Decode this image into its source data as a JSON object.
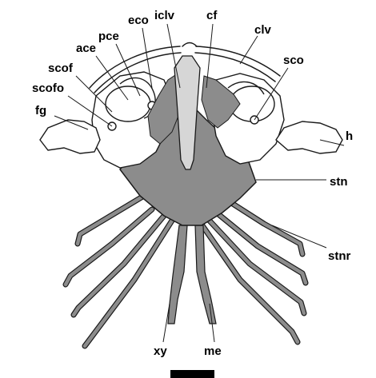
{
  "labels": {
    "iclv": "iclv",
    "cf": "cf",
    "eco": "eco",
    "clv": "clv",
    "pce": "pce",
    "ace": "ace",
    "sco": "sco",
    "scof": "scof",
    "scofo": "scofo",
    "fg": "fg",
    "h": "h",
    "stn": "stn",
    "stnr": "stnr",
    "xy": "xy",
    "me": "me"
  },
  "colors": {
    "outline": "#1a1a1a",
    "sternum_fill": "#8c8c8c",
    "light_fill": "#d6d6d6",
    "background": "#ffffff",
    "scale_bar": "#000000"
  }
}
